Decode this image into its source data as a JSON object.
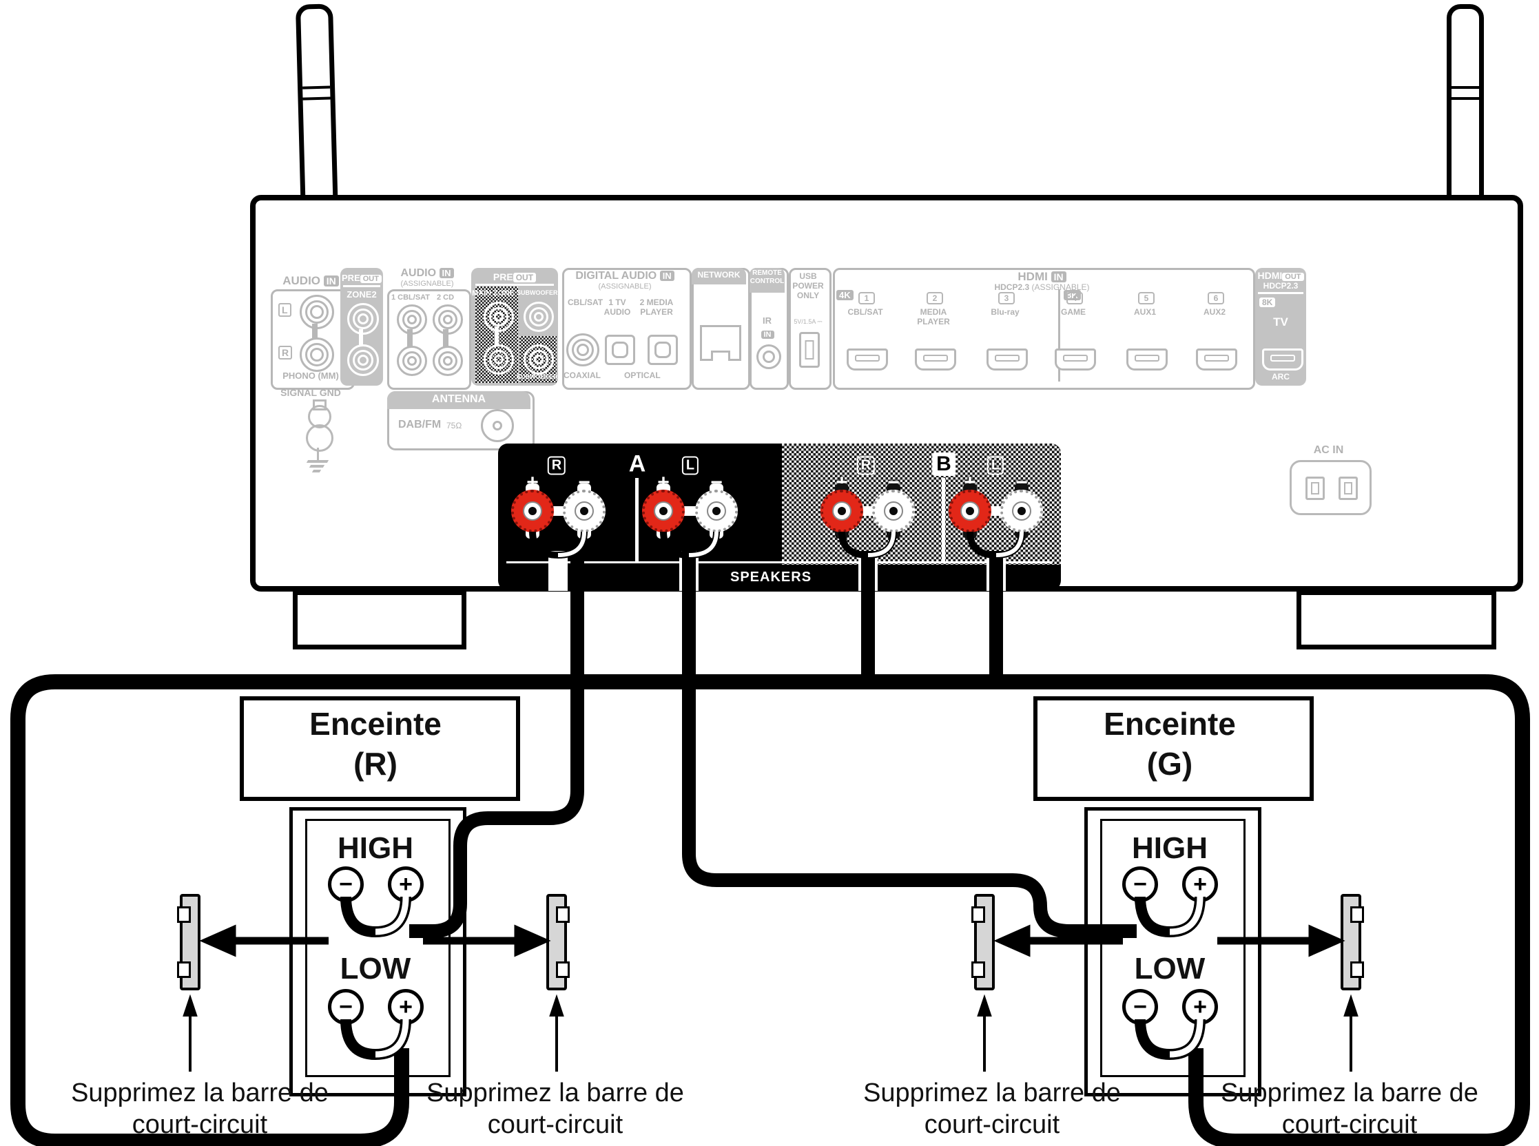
{
  "receiver": {
    "audio_in": {
      "label": "AUDIO",
      "badge": "IN",
      "l": "L",
      "r": "R",
      "phono": "PHONO (MM)"
    },
    "signal_gnd": "SIGNAL GND",
    "pre_out_zone2": {
      "pre": "PRE",
      "out": "OUT",
      "zone": "ZONE2"
    },
    "audio_in_assignable": {
      "label": "AUDIO",
      "badge": "IN",
      "sub": "(ASSIGNABLE)",
      "jack1": "1 CBL/SAT",
      "jack2": "2  CD"
    },
    "pre_out_main": {
      "pre": "PRE",
      "out": "OUT",
      "main_zone": "MAIN ZONE",
      "sub1": "SUBWOOFER 1",
      "sub2": "SUBWOOFER 2"
    },
    "antenna": {
      "title": "ANTENNA",
      "band": "DAB/FM",
      "ohm": "75Ω"
    },
    "digital_audio": {
      "title": "DIGITAL AUDIO",
      "badge": "IN",
      "sub": "(ASSIGNABLE)",
      "cbl": "CBL/SAT",
      "tv1": "1  TV",
      "tv2": "AUDIO",
      "mp1": "2  MEDIA",
      "mp2": "PLAYER",
      "coaxial": "COAXIAL",
      "optical": "OPTICAL"
    },
    "network": "NETWORK",
    "remote": {
      "l1": "REMOTE",
      "l2": "CONTROL",
      "ir": "IR",
      "in": "IN"
    },
    "usb": {
      "l1": "USB",
      "l2": "POWER",
      "l3": "ONLY",
      "rating": "5V/1.5A ⎓"
    },
    "hdmi_in": {
      "title": "HDMI",
      "badge": "IN",
      "hdcp": "HDCP2.3",
      "assignable": "(ASSIGNABLE)",
      "badge_4k": "4K",
      "badge_8k": "8K",
      "ports": [
        {
          "num": "1",
          "label": "CBL/SAT"
        },
        {
          "num": "2",
          "label": "MEDIA",
          "label2": "PLAYER"
        },
        {
          "num": "3",
          "label": "Blu-ray"
        },
        {
          "num": "4",
          "label": "GAME"
        },
        {
          "num": "5",
          "label": "AUX1"
        },
        {
          "num": "6",
          "label": "AUX2"
        }
      ]
    },
    "hdmi_out": {
      "title": "HDMI",
      "badge": "OUT",
      "hdcp": "HDCP2.3",
      "badge_8k": "8K",
      "tv": "TV",
      "arc": "ARC"
    },
    "ac_in": "AC IN",
    "speaker_terminals": {
      "label": "SPEAKERS",
      "a": "A",
      "b": "B",
      "r": "R",
      "l": "L",
      "plus": "+",
      "minus": "−"
    }
  },
  "speakers": {
    "left": {
      "title": "Enceinte",
      "channel": "(R)"
    },
    "right": {
      "title": "Enceinte",
      "channel": "(G)"
    },
    "high": "HIGH",
    "low": "LOW",
    "plus": "+",
    "minus": "−",
    "note_line1": "Supprimez la barre de",
    "note_line2": "court-circuit"
  },
  "colors": {
    "terminal_red": "#e22718",
    "panel_gray": "#b7b7b7",
    "block_fill_gray": "#c3c3c3",
    "shorting_bar_gray": "#d6d6d6"
  }
}
